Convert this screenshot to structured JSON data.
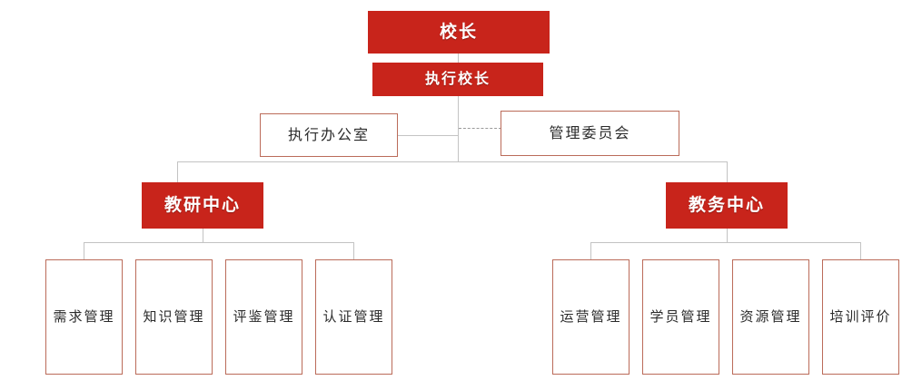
{
  "diagram": {
    "type": "organizational-chart",
    "title_text": "",
    "colors": {
      "node_fill_red": "#c8241b",
      "node_border_red": "#c8241b",
      "node_outline_brown": "#bb6b59",
      "connector_gray": "#c3c3c3",
      "dashed_connector_gray": "#9a9a9a",
      "filled_text": "#ffffff",
      "outlined_text": "#2b2b2b",
      "background": "#ffffff"
    },
    "levels": {
      "level1": {
        "principal": {
          "label": "校长",
          "style": "filled"
        }
      },
      "level2": {
        "executive_principal": {
          "label": "执行校长",
          "style": "filled"
        }
      },
      "level3": {
        "executive_office": {
          "label": "执行办公室",
          "style": "outlined"
        },
        "management_committee": {
          "label": "管理委员会",
          "style": "outlined",
          "connection": "dashed"
        }
      },
      "level4": {
        "research_center": {
          "label": "教研中心",
          "style": "filled"
        },
        "academic_center": {
          "label": "教务中心",
          "style": "filled"
        }
      },
      "level5": {
        "research_center_children": [
          {
            "label": "需求管理",
            "style": "outlined"
          },
          {
            "label": "知识管理",
            "style": "outlined"
          },
          {
            "label": "评鉴管理",
            "style": "outlined"
          },
          {
            "label": "认证管理",
            "style": "outlined"
          }
        ],
        "academic_center_children": [
          {
            "label": "运营管理",
            "style": "outlined"
          },
          {
            "label": "学员管理",
            "style": "outlined"
          },
          {
            "label": "资源管理",
            "style": "outlined"
          },
          {
            "label": "培训评价",
            "style": "outlined"
          }
        ]
      }
    }
  }
}
